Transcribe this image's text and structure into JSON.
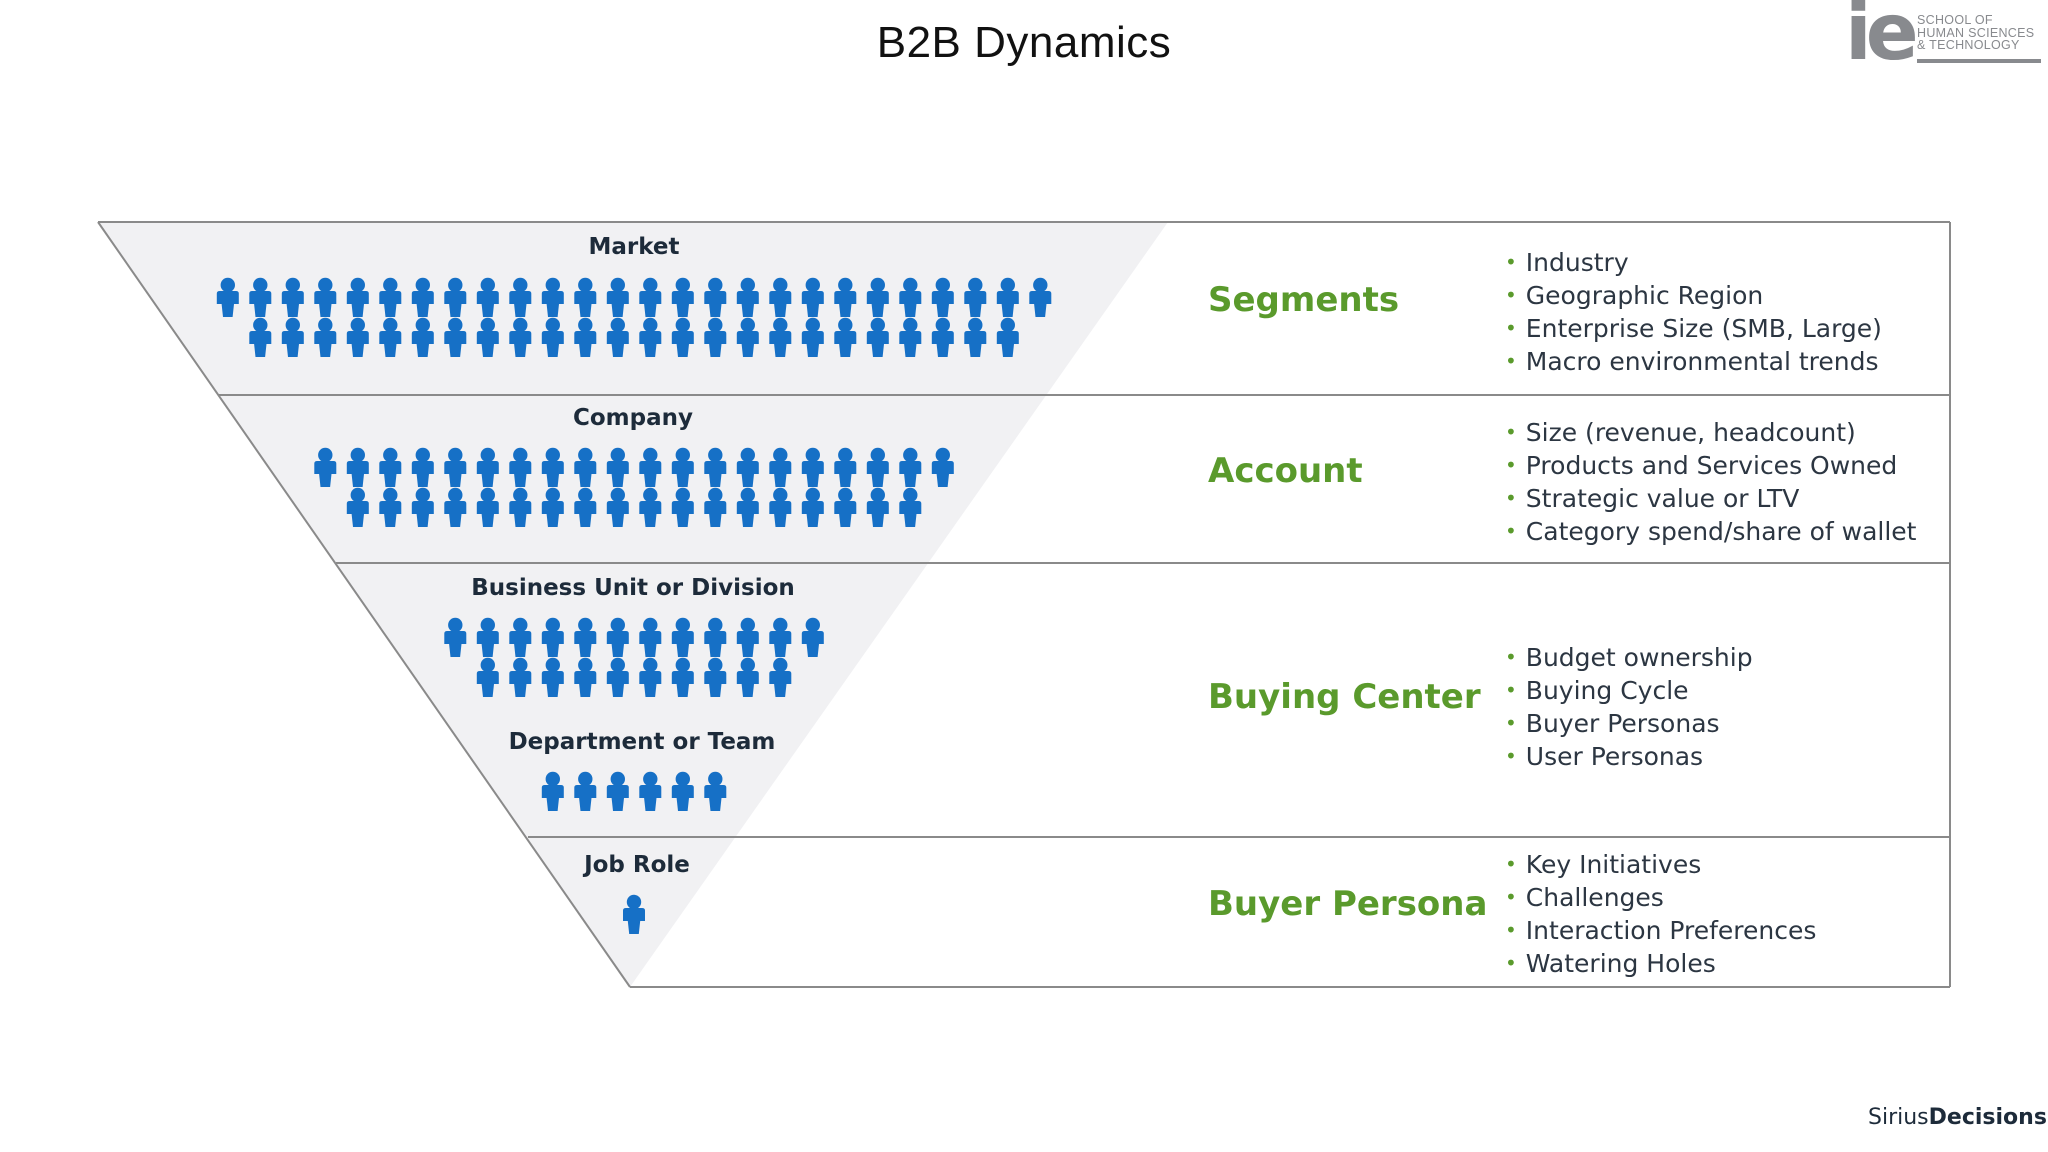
{
  "slide": {
    "title": "B2B Dynamics"
  },
  "branding": {
    "ie_mark": "ie",
    "ie_caption": [
      "SCHOOL OF",
      "HUMAN SCIENCES",
      "& TECHNOLOGY"
    ],
    "source_logo_regular": "Sirius",
    "source_logo_bold": "Decisions"
  },
  "colors": {
    "icon_blue": "#1670c6",
    "stage_green": "#5a9a2c",
    "funnel_fill": "#f1f1f3",
    "border": "#8a8a8a"
  },
  "funnel_levels": [
    {
      "label": "Market",
      "icon_rows": [
        26,
        24
      ]
    },
    {
      "label": "Company",
      "icon_rows": [
        20,
        18
      ]
    },
    {
      "label": "Business Unit or Division",
      "icon_rows": [
        12,
        10
      ]
    },
    {
      "label": "Department or Team",
      "icon_rows": [
        6
      ]
    },
    {
      "label": "Job Role",
      "icon_rows": [
        1
      ]
    }
  ],
  "stages": [
    {
      "name": "Segments",
      "bullets": [
        "Industry",
        "Geographic Region",
        "Enterprise Size (SMB, Large)",
        "Macro environmental trends"
      ]
    },
    {
      "name": "Account",
      "bullets": [
        "Size (revenue, headcount)",
        "Products and Services Owned",
        "Strategic value or LTV",
        "Category spend/share of wallet"
      ]
    },
    {
      "name": "Buying Center",
      "bullets": [
        "Budget ownership",
        "Buying Cycle",
        "Buyer Personas",
        "User Personas"
      ]
    },
    {
      "name": "Buyer Persona",
      "bullets": [
        "Key Initiatives",
        "Challenges",
        "Interaction Preferences",
        "Watering Holes"
      ]
    }
  ]
}
